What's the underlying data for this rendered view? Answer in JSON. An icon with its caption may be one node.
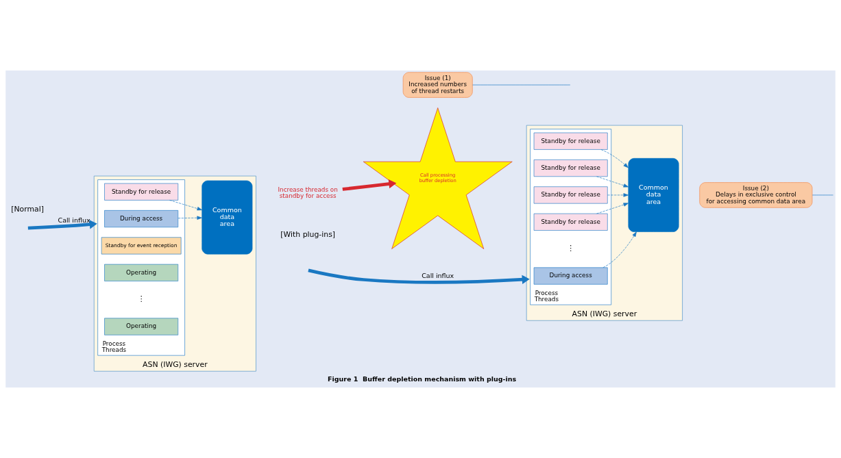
{
  "diagram": {
    "caption": "Figure 1  Buffer depletion mechanism with plug-ins",
    "nodes": [
      {
        "text": [
          "ASN (IWG) server"
        ]
      },
      {
        "text": [
          "Process",
          "Threads"
        ],
        "in": 0
      },
      {
        "text": [
          "During access"
        ],
        "in": 1
      },
      {
        "text": [
          "Standby for release"
        ],
        "in": 1
      },
      {
        "text": [
          "Standby for event reception"
        ],
        "in": 1
      },
      {
        "text": [
          "Operating"
        ],
        "in": 1
      },
      {
        "text": [
          "Operating"
        ],
        "in": 1
      },
      {
        "text": [
          "Common data area"
        ],
        "in": 0
      },
      {
        "text": [
          "ASN (IWG) server"
        ]
      },
      {
        "text": [
          "Process",
          "Threads"
        ],
        "in": 8
      },
      {
        "text": [
          "During access"
        ],
        "in": 9
      },
      {
        "text": [
          "Standby for release"
        ],
        "in": 9
      },
      {
        "text": [
          "Standby for release"
        ],
        "in": 9
      },
      {
        "text": [
          "Standby for release"
        ],
        "in": 9
      },
      {
        "text": [
          "Standby for release"
        ],
        "in": 9
      },
      {
        "text": [
          "Common data area"
        ],
        "in": 8
      },
      {
        "text": [
          "Issue (1)",
          "Increased numbers of thread restarts"
        ]
      },
      {
        "text": [
          "Issue (2)",
          "Delays in exclusive control for accessing common data area"
        ]
      },
      {
        "text": [
          "Increase threads on standby for access"
        ]
      },
      {
        "text": [
          "Call processing buffer depletion"
        ]
      }
    ],
    "edges": [
      {
        "from": null,
        "to": 0,
        "arrow": "to",
        "label": "Call influx",
        "style": "thick"
      },
      {
        "from": 2,
        "to": 7,
        "arrow": "to",
        "style": "dashed"
      },
      {
        "from": 3,
        "to": 7,
        "arrow": "to",
        "style": "dashed"
      },
      {
        "from": null,
        "to": 8,
        "arrow": "to",
        "label": "Call influx",
        "style": "thick"
      },
      {
        "from": 10,
        "to": 15,
        "arrow": "to",
        "style": "dashed"
      },
      {
        "from": 11,
        "to": 15,
        "arrow": "to",
        "style": "dashed"
      },
      {
        "from": 12,
        "to": 15,
        "arrow": "to",
        "style": "dashed"
      },
      {
        "from": 13,
        "to": 15,
        "arrow": "to",
        "style": "dashed"
      },
      {
        "from": 14,
        "to": 15,
        "arrow": "to",
        "style": "dashed"
      },
      {
        "from": 16,
        "to": null,
        "arrow": "none"
      },
      {
        "from": 17,
        "to": null,
        "arrow": "none"
      },
      {
        "from": 18,
        "to": 19,
        "arrow": "to",
        "style": "thick",
        "color": "#d7282f"
      }
    ],
    "labels": [
      "[Normal]",
      "[With plug-ins]",
      "⋮",
      "⋮"
    ]
  }
}
